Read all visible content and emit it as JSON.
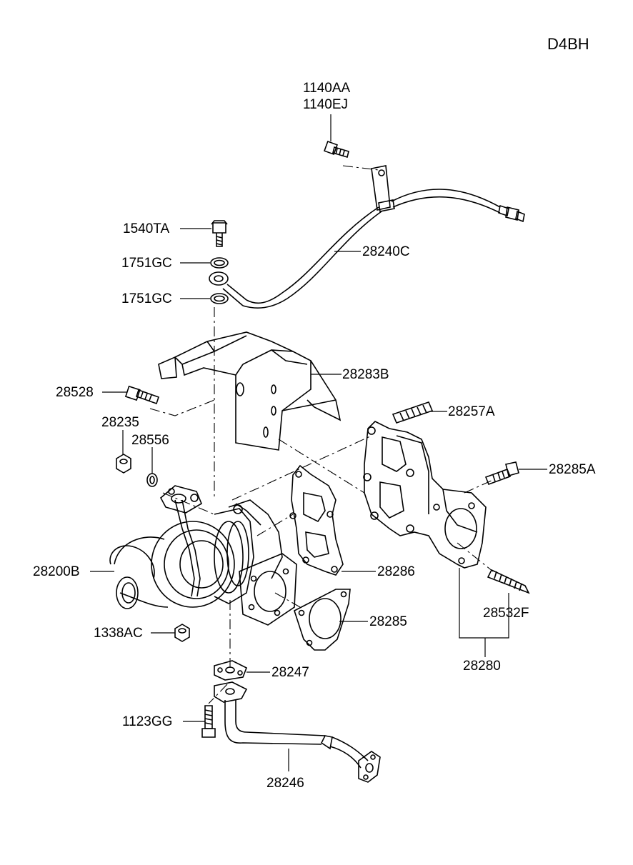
{
  "engine_code": "D4BH",
  "labels": {
    "bolt_top_a": "1140AA",
    "bolt_top_b": "1140EJ",
    "bolt_1540": "1540TA",
    "washer_upper": "1751GC",
    "washer_lower": "1751GC",
    "oil_feed_pipe": "28240C",
    "heat_protector": "28283B",
    "bolt_28528": "28528",
    "nut_28235": "28235",
    "washer_28556": "28556",
    "stud_28257A": "28257A",
    "bolt_28285A": "28285A",
    "turbocharger": "28200B",
    "gasket_28286": "28286",
    "gasket_28285": "28285",
    "nut_1338AC": "1338AC",
    "stud_28532F": "28532F",
    "manifold_28280": "28280",
    "gasket_28247": "28247",
    "bolt_1123GG": "1123GG",
    "oil_drain_pipe": "28246"
  }
}
